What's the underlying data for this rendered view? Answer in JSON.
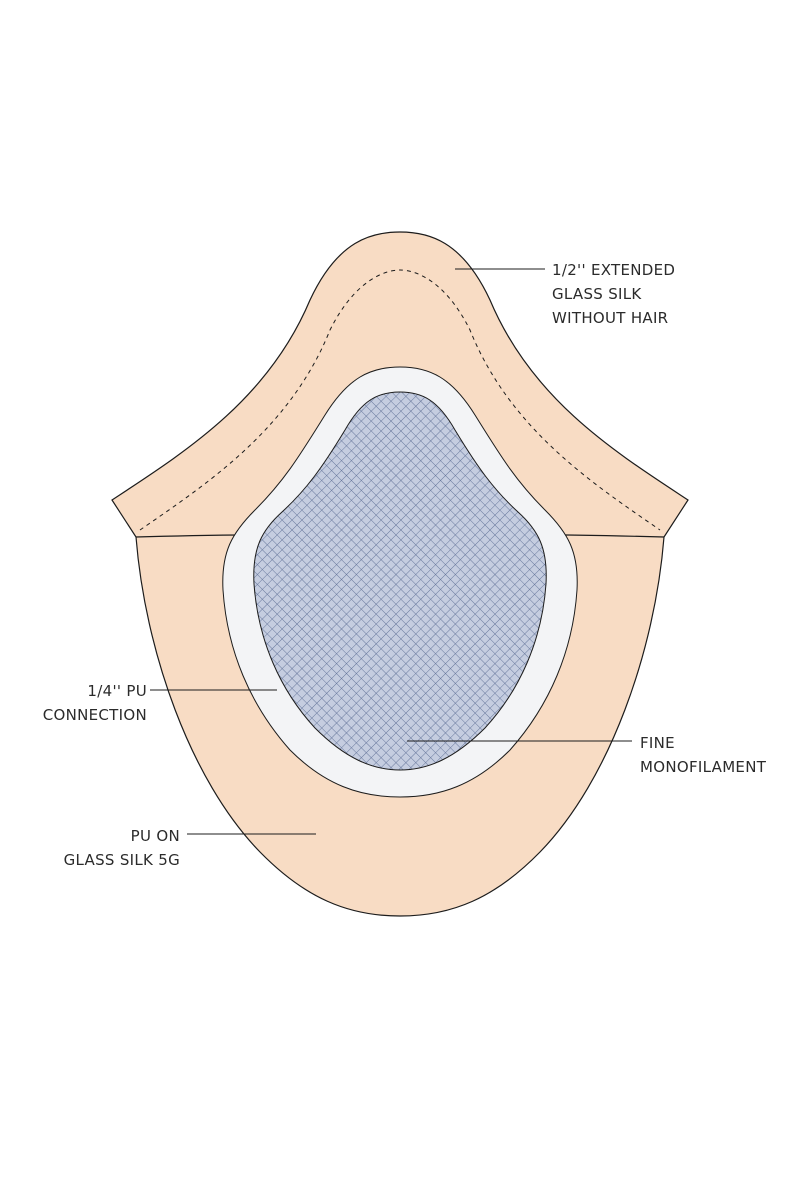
{
  "diagram": {
    "colors": {
      "base": "#f8dcc4",
      "outline": "#1c1c1c",
      "pu_band": "#f3f4f6",
      "mono_fill": "#c5cde0",
      "mono_mesh": "#5f6f96",
      "leader": "#1c1c1c"
    },
    "labels": {
      "extended": {
        "line1": "1/2'' EXTENDED",
        "line2": "GLASS SILK",
        "line3": "WITHOUT HAIR"
      },
      "pu_connection": {
        "line1": "1/4'' PU",
        "line2": "CONNECTION"
      },
      "monofilament": {
        "line1": "FINE",
        "line2": "MONOFILAMENT"
      },
      "pu_on_glass_silk": {
        "line1": "PU ON",
        "line2": "GLASS SILK 5G"
      }
    }
  }
}
